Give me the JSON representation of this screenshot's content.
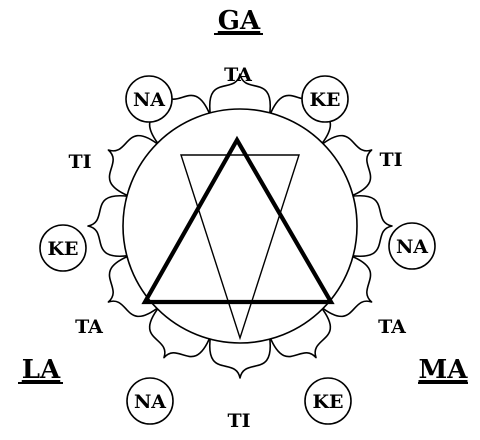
{
  "corner_labels": {
    "top": "GA",
    "bottom_left": "LA",
    "bottom_right": "MA"
  },
  "plain_syllables": {
    "top": "TA",
    "upper_left": "TI",
    "upper_right": "TI",
    "lower_left": "TA",
    "lower_right": "TA",
    "bottom": "TI"
  },
  "circled_syllables": {
    "top_left": "NA",
    "top_right": "KE",
    "mid_left": "KE",
    "mid_right": "NA",
    "bottom_left": "NA",
    "bottom_right": "KE"
  }
}
